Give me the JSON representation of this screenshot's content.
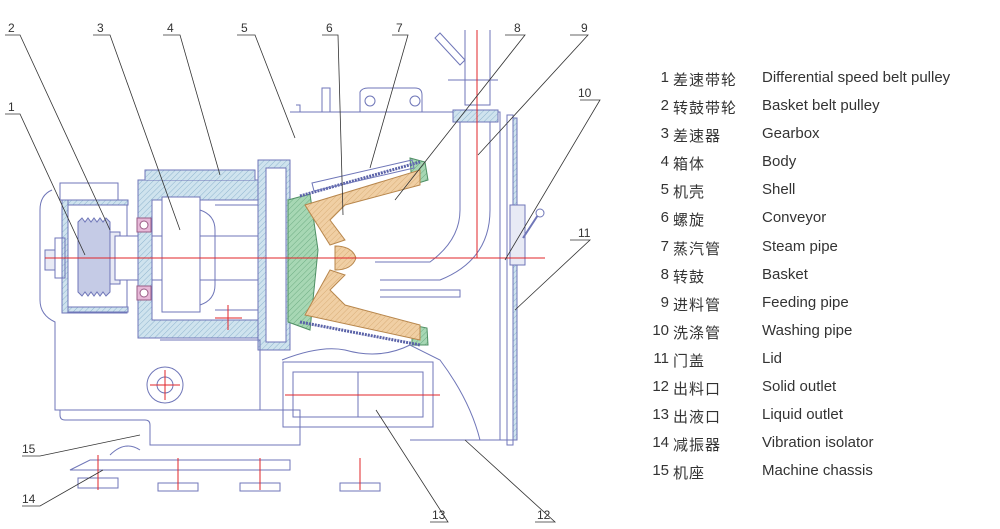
{
  "title": "Centrifuge sectional drawing with parts list",
  "colors": {
    "outline": "#6f76b8",
    "hatch_fill": "#cfe3ee",
    "bearing_fill": "#e7b9d8",
    "seal_fill": "#a7d7b4",
    "conveyor_fill": "#f0cfa4",
    "centerline": "#e0262a",
    "leader": "#333333",
    "text": "#333333"
  },
  "callouts": [
    "1",
    "2",
    "3",
    "4",
    "5",
    "6",
    "7",
    "8",
    "9",
    "10",
    "11",
    "12",
    "13",
    "14",
    "15"
  ],
  "legend": [
    {
      "num": "1",
      "zh": "差速带轮",
      "en": "Differential speed belt pulley"
    },
    {
      "num": "2",
      "zh": "转鼓带轮",
      "en": "Basket belt pulley"
    },
    {
      "num": "3",
      "zh": "差速器",
      "en": "Gearbox"
    },
    {
      "num": "4",
      "zh": "箱体",
      "en": "Body"
    },
    {
      "num": "5",
      "zh": "机壳",
      "en": "Shell"
    },
    {
      "num": "6",
      "zh": "螺旋",
      "en": "Conveyor"
    },
    {
      "num": "7",
      "zh": "蒸汽管",
      "en": "Steam pipe"
    },
    {
      "num": "8",
      "zh": "转鼓",
      "en": "Basket"
    },
    {
      "num": "9",
      "zh": "进料管",
      "en": "Feeding pipe"
    },
    {
      "num": "10",
      "zh": "洗涤管",
      "en": "Washing pipe"
    },
    {
      "num": "11",
      "zh": "门盖",
      "en": "Lid"
    },
    {
      "num": "12",
      "zh": "出料口",
      "en": "Solid outlet"
    },
    {
      "num": "13",
      "zh": "出液口",
      "en": "Liquid outlet"
    },
    {
      "num": "14",
      "zh": "减振器",
      "en": "Vibration isolator"
    },
    {
      "num": "15",
      "zh": "机座",
      "en": "Machine chassis"
    }
  ]
}
